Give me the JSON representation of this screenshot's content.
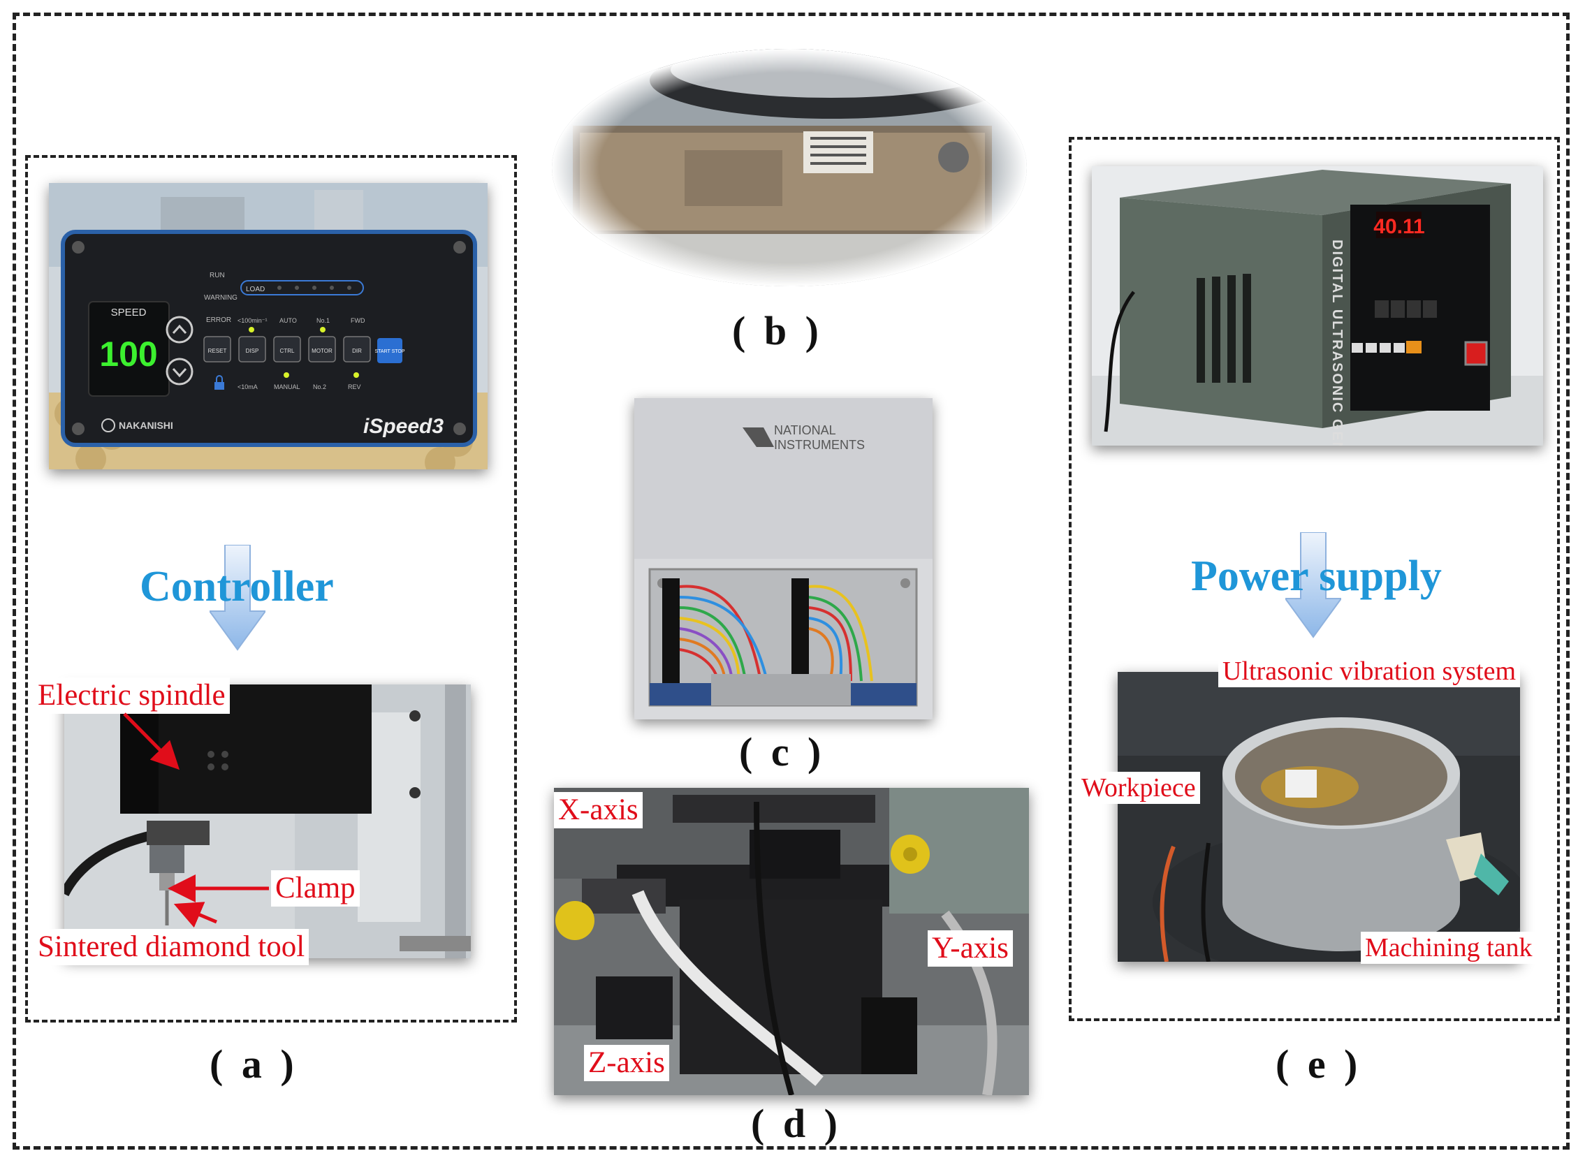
{
  "captions": {
    "a": "( a )",
    "b": "( b )",
    "c": "( c )",
    "d": "( d )",
    "e": "( e )"
  },
  "titles": {
    "controller": "Controller",
    "power_supply": "Power supply"
  },
  "labels": {
    "electric_spindle": "Electric spindle",
    "clamp": "Clamp",
    "sintered_diamond_tool": "Sintered diamond tool",
    "x_axis": "X-axis",
    "y_axis": "Y-axis",
    "z_axis": "Z-axis",
    "ultrasonic_vibration_system": "Ultrasonic vibration system",
    "workpiece": "Workpiece",
    "machining_tank": "Machining tank"
  },
  "controller_panel": {
    "speed_label": "SPEED",
    "speed_value": "100",
    "brand": "NAKANISHI",
    "model": "iSpeed3",
    "load_label": "LOAD",
    "status": [
      "RUN",
      "WARNING",
      "ERROR"
    ],
    "buttons": [
      "RESET",
      "DISP",
      "CTRL",
      "MOTOR",
      "DIR",
      "START STOP"
    ],
    "indicators_top": [
      "<100min⁻¹",
      "AUTO",
      "No.1",
      "FWD"
    ],
    "indicators_bottom": [
      "<10mA",
      "MANUAL",
      "No.2",
      "REV"
    ]
  },
  "daq": {
    "brand_line1": "NATIONAL",
    "brand_line2": "INSTRUMENTS"
  },
  "generator": {
    "display_value": "40.11",
    "side_text": "DIGITAL ULTRASONIC GENERATOR"
  },
  "colors": {
    "title_blue": "#1f96d8",
    "label_red": "#e00d1a",
    "dash": "#222222"
  }
}
